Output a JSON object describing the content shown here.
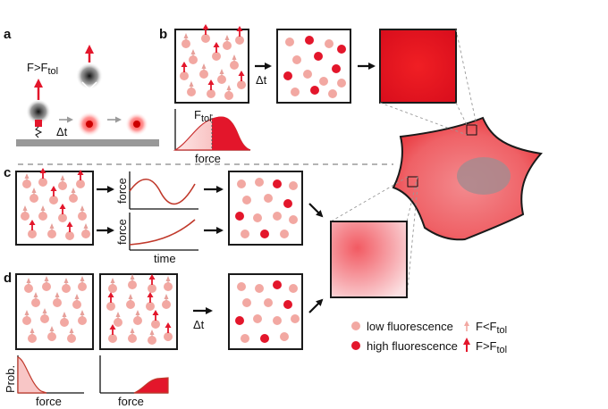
{
  "panels": {
    "a": {
      "label": "a",
      "force_label_main": "F>F",
      "force_label_sub": "tol",
      "delta_t": "Δt"
    },
    "b": {
      "label": "b",
      "delta_t": "Δt",
      "threshold_main": "F",
      "threshold_sub": "tol",
      "xaxis": "force"
    },
    "c": {
      "label": "c",
      "yaxis_top": "force",
      "yaxis_bottom": "force",
      "xaxis": "time"
    },
    "d": {
      "label": "d",
      "delta_t": "Δt",
      "yaxis": "Prob.",
      "xaxis_left": "force",
      "xaxis_right": "force"
    }
  },
  "legend": {
    "low": "low fluorescence",
    "high": "high fluorescence",
    "f_low_main": "F<F",
    "f_low_sub": "tol",
    "f_high_main": "F>F",
    "f_high_sub": "tol"
  },
  "colors": {
    "low_fluorescence": "#f2a8a2",
    "high_fluorescence": "#e3162b",
    "cell_fill": "#ef5a5e",
    "nucleus": "#a88a8e"
  },
  "icons": {
    "low_arrow": "small-up-arrow-icon",
    "high_arrow": "red-up-arrow-icon"
  }
}
